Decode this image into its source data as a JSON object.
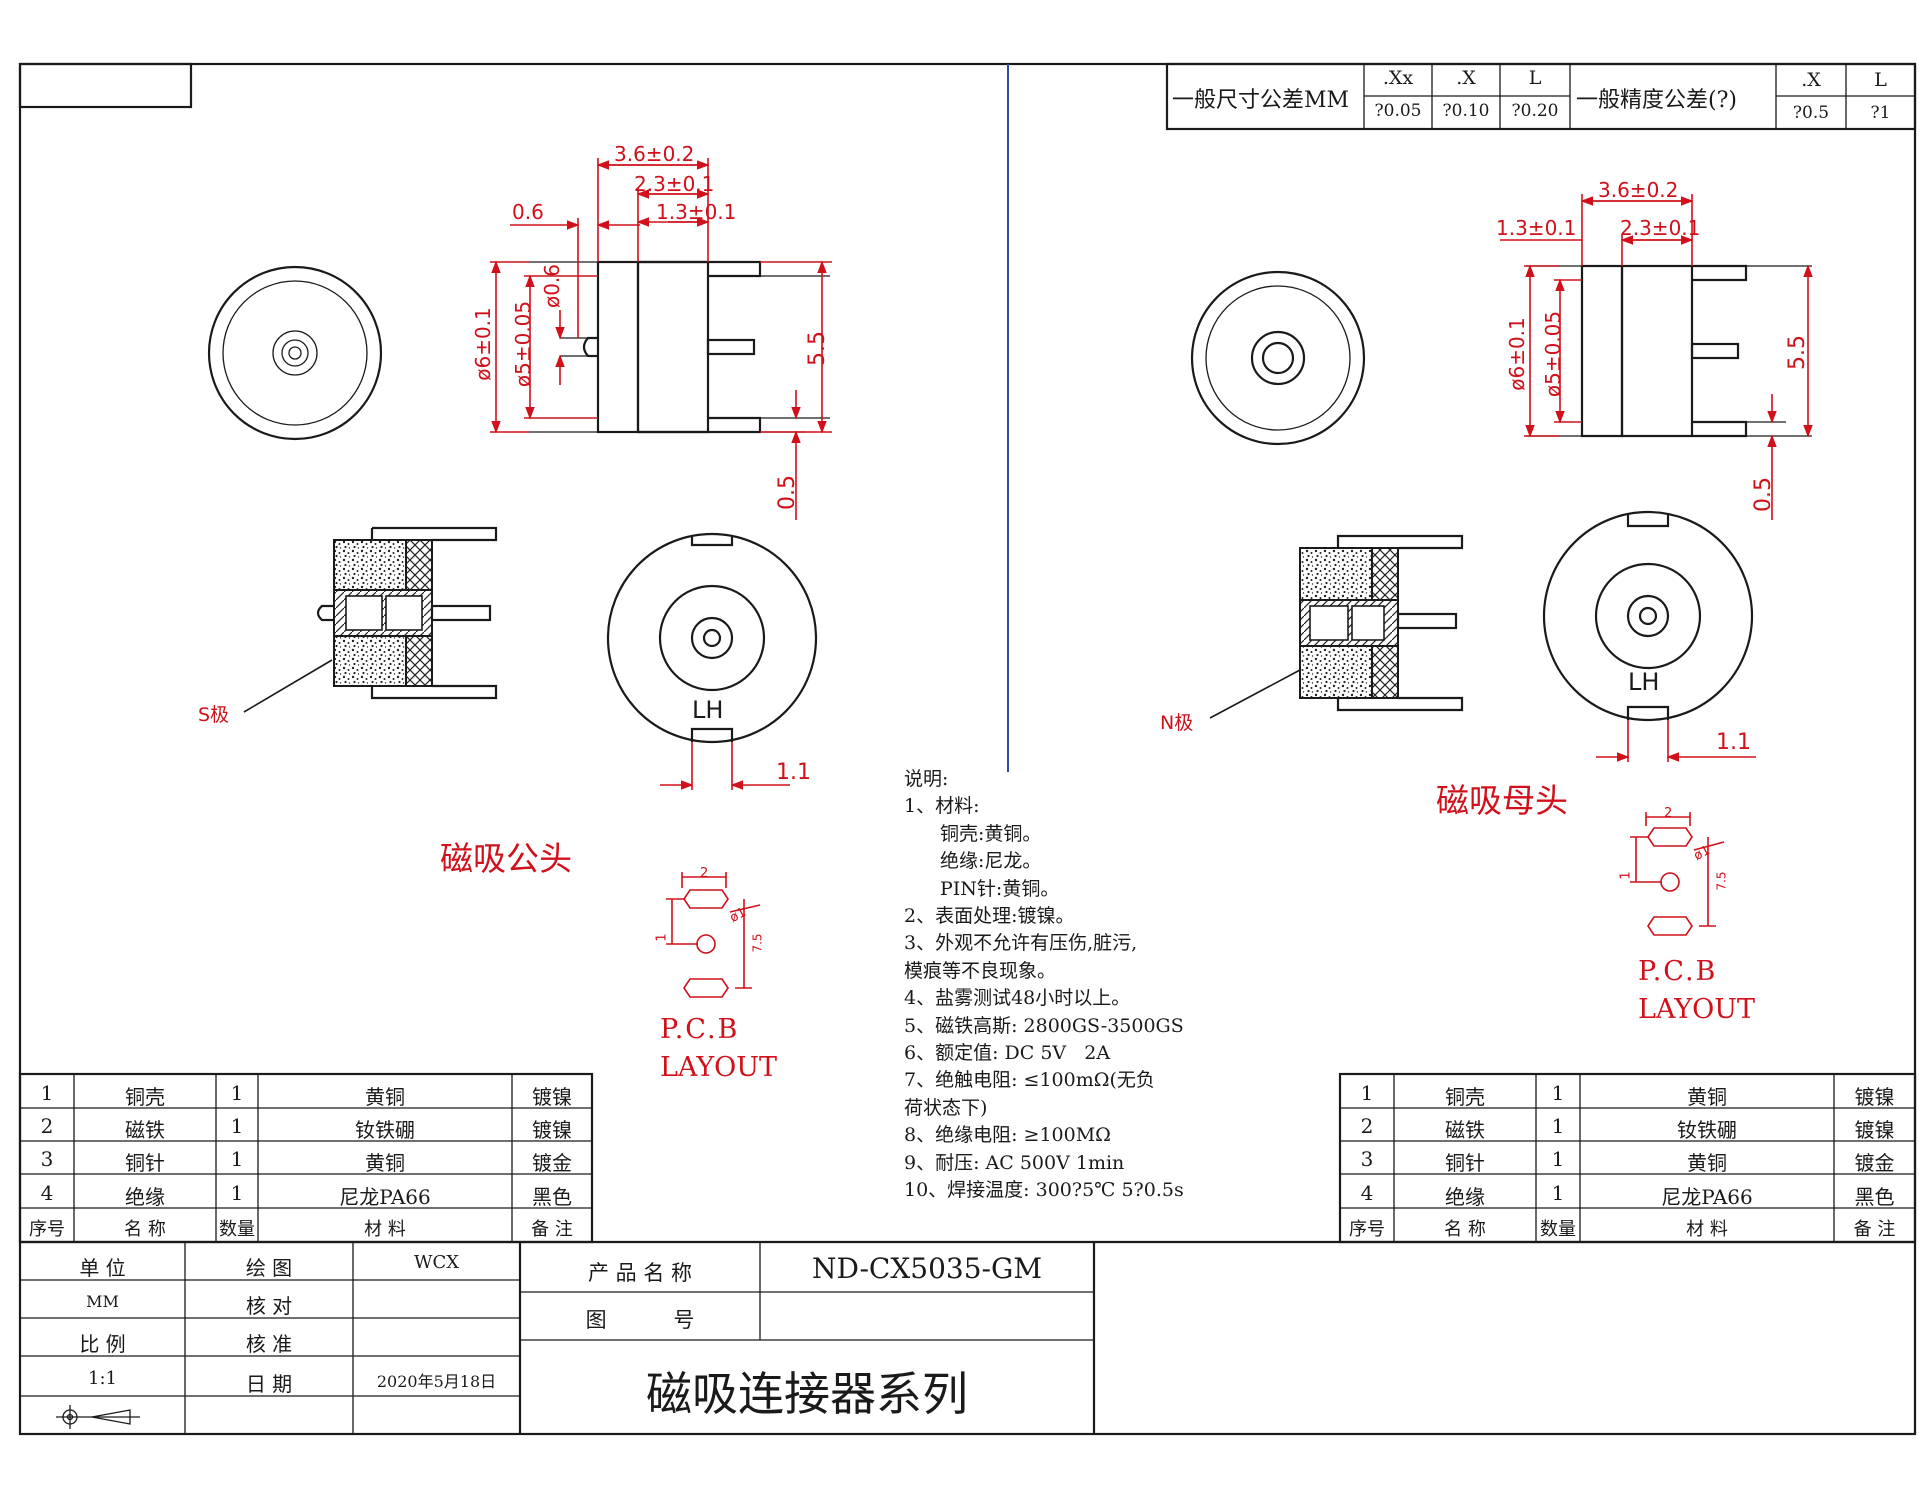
{
  "tolerance_header": {
    "general_dim_label": "一般尺寸公差MM",
    "dim_cols": [
      ".Xx",
      ".X",
      "L"
    ],
    "dim_vals": [
      "?0.05",
      "?0.10",
      "?0.20"
    ],
    "general_prec_label": "一般精度公差(?)",
    "prec_cols": [
      ".X",
      "L"
    ],
    "prec_vals": [
      "?0.5",
      "?1"
    ]
  },
  "male": {
    "dims": {
      "d1": "3.6±0.2",
      "d2": "2.3±0.1",
      "d3": "1.3±0.1",
      "d4": "0.6",
      "phi6": "ø6±0.1",
      "phi5": "ø5±0.05",
      "phi06": "ø0.6",
      "h55": "5.5",
      "t05": "0.5",
      "w11": "1.1"
    },
    "pole_label": "S极",
    "lh_label": "LH",
    "title": "磁吸公头",
    "pcb": {
      "w": "2",
      "d": "ø1",
      "s": "1",
      "l": "7.5",
      "line1": "P.C.B",
      "line2": "LAYOUT"
    }
  },
  "female": {
    "dims": {
      "d1": "3.6±0.2",
      "d2": "2.3±0.1",
      "d3": "1.3±0.1",
      "phi6": "ø6±0.1",
      "phi5": "ø5±0.05",
      "h55": "5.5",
      "t05": "0.5",
      "w11": "1.1"
    },
    "pole_label": "N极",
    "lh_label": "LH",
    "title": "磁吸母头",
    "pcb": {
      "w": "2",
      "d": "ø1",
      "s": "1",
      "l": "7.5",
      "line1": "P.C.B",
      "line2": "LAYOUT"
    }
  },
  "notes": {
    "heading": "说明:",
    "l1": "1、材料:",
    "l1a": "铜壳:黄铜。",
    "l1b": "绝缘:尼龙。",
    "l1c": "PIN针:黄铜。",
    "l2": "2、表面处理:镀镍。",
    "l3": "3、外观不允许有压伤,脏污,",
    "l3b": "模痕等不良现象。",
    "l4": "4、盐雾测试48小时以上。",
    "l5": "5、磁铁高斯: 2800GS-3500GS",
    "l6": "6、额定值: DC 5V   2A",
    "l7": "7、绝触电阻: ≤100mΩ(无负",
    "l7b": "荷状态下)",
    "l8": "8、绝缘电阻: ≥100MΩ",
    "l9": "9、耐压: AC 500V 1min",
    "l10": "10、焊接温度: 300?5℃ 5?0.5s"
  },
  "bom": {
    "rows": [
      {
        "no": "1",
        "name": "铜壳",
        "qty": "1",
        "material": "黄铜",
        "remark": "镀镍"
      },
      {
        "no": "2",
        "name": "磁铁",
        "qty": "1",
        "material": "钕铁硼",
        "remark": "镀镍"
      },
      {
        "no": "3",
        "name": "铜针",
        "qty": "1",
        "material": "黄铜",
        "remark": "镀金"
      },
      {
        "no": "4",
        "name": "绝缘",
        "qty": "1",
        "material": "尼龙PA66",
        "remark": "黑色"
      }
    ],
    "header": {
      "no": "序号",
      "name": "名 称",
      "qty": "数量",
      "material": "材 料",
      "remark": "备 注"
    }
  },
  "title_block": {
    "unit_label": "单 位",
    "unit_value": "MM",
    "scale_label": "比 例",
    "scale_value": "1:1",
    "drawn_label": "绘 图",
    "drawn_value": "WCX",
    "check_label": "核 对",
    "approve_label": "核 准",
    "date_label": "日 期",
    "date_value": "2020年5月18日",
    "product_label": "产 品 名 称",
    "product_value": "ND-CX5035-GM",
    "drawing_no_label": "图 号",
    "series": "磁吸连接器系列"
  }
}
